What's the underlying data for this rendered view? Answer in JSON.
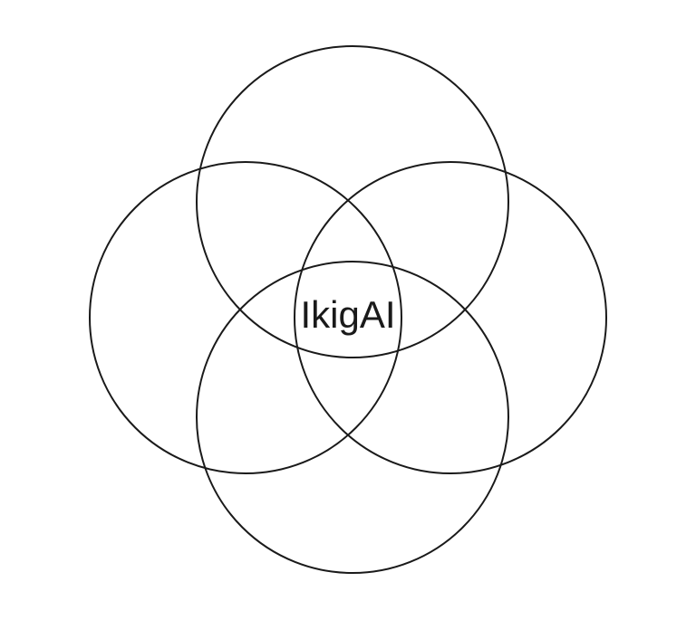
{
  "diagram": {
    "center_label": "IkigAI",
    "circles": [
      "top",
      "left",
      "right",
      "bottom"
    ],
    "stroke_color": "#1a1a1a",
    "background_color": "#ffffff"
  }
}
